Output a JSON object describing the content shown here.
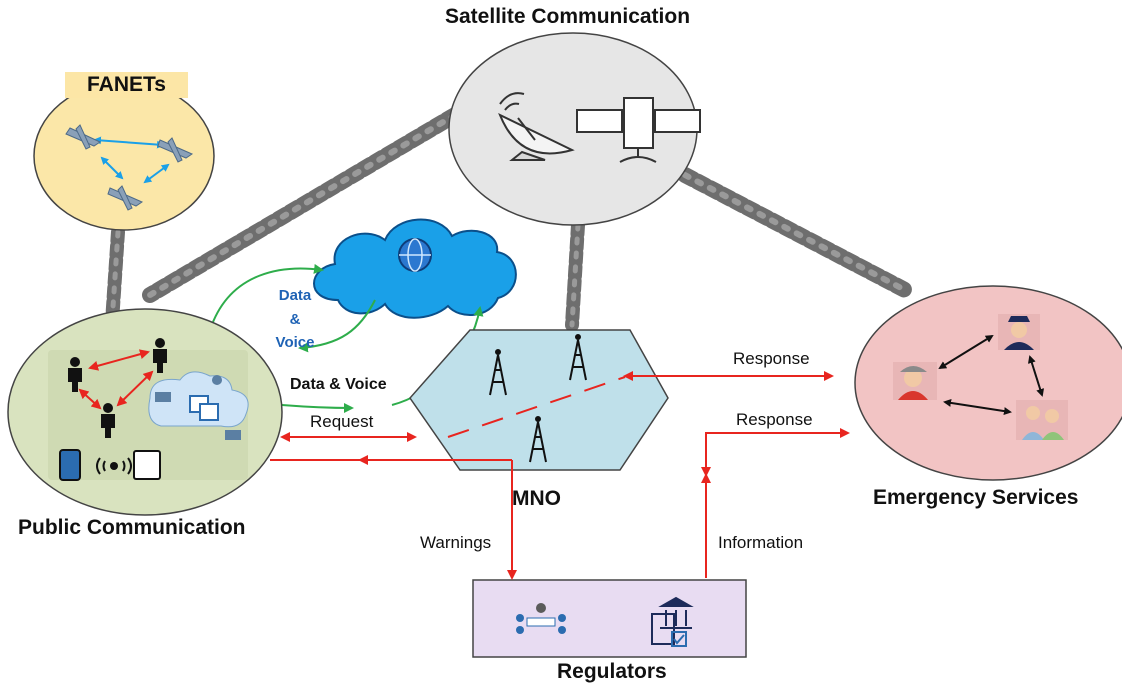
{
  "nodes": {
    "satellite": "Satellite Communication",
    "fanets": "FANETs",
    "public": "Public Communication",
    "mno": "MNO",
    "emergency": "Emergency Services",
    "regulators": "Regulators"
  },
  "links": {
    "data_voice_upper_1": "Data",
    "data_voice_upper_2": "&",
    "data_voice_upper_3": "Voice",
    "data_voice_lower": "Data & Voice",
    "request": "Request",
    "response_upper": "Response",
    "response_lower": "Response",
    "warnings": "Warnings",
    "information": "Information"
  },
  "colors": {
    "satellite_fill": "#e6e6e6",
    "fanets_fill": "#fbe7a8",
    "public_fill": "#d9e3bf",
    "mno_fill": "#bfe0ea",
    "emergency_fill": "#f2c4c4",
    "regulators_fill": "#e8dcf2",
    "cloud_fill": "#1aa0e8",
    "signal_red": "#e8251f",
    "data_green": "#2ead4b",
    "tether_gray": "#6e6e6e"
  }
}
